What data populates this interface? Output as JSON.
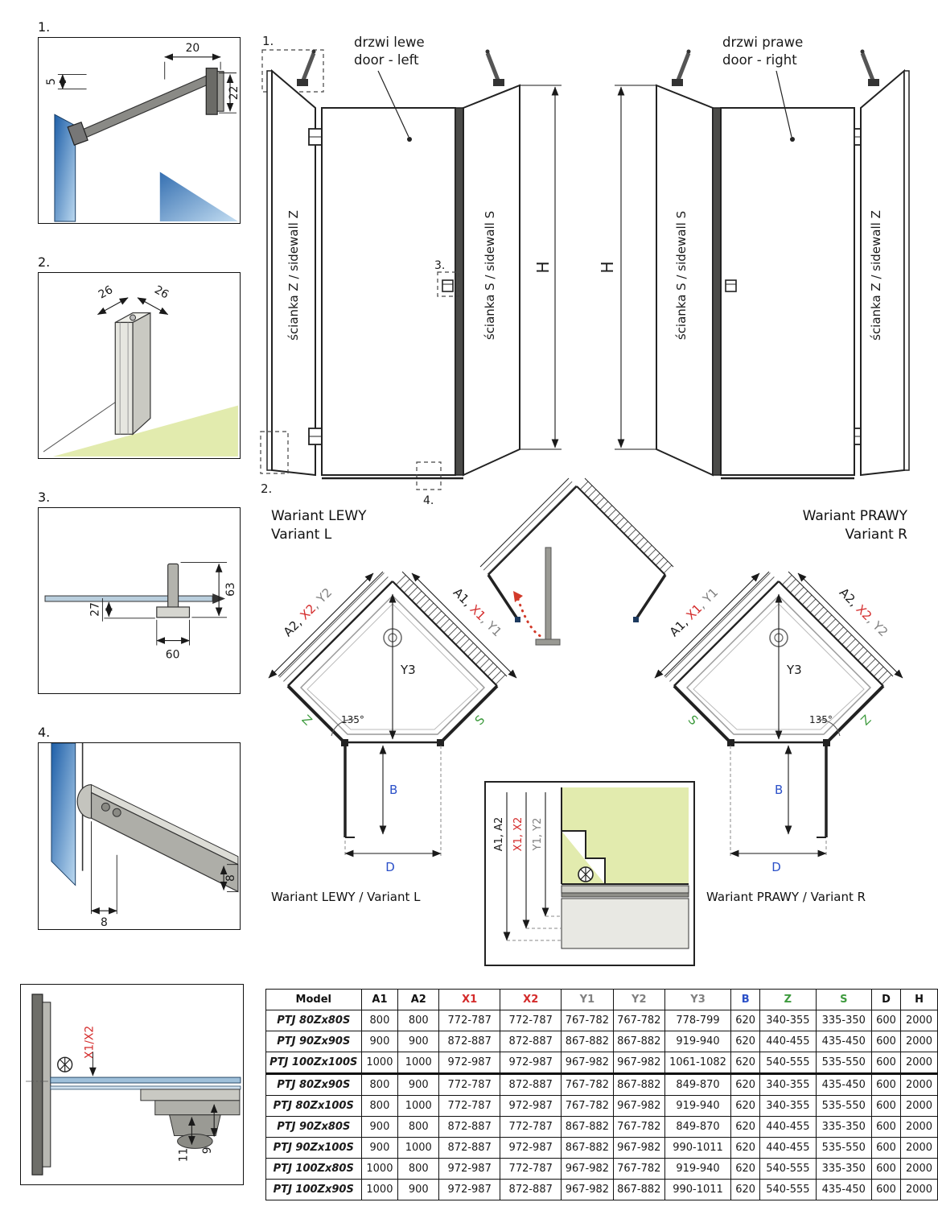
{
  "colors": {
    "red": "#d42b2b",
    "green": "#3f9b3f",
    "blue": "#2b50c8",
    "glass_blue": "#4a8fd0",
    "floor_green": "#e2ebae"
  },
  "details": {
    "d1": {
      "label": "1.",
      "dims": {
        "w20": "20",
        "h5": "5",
        "h22": "22"
      }
    },
    "d2": {
      "label": "2.",
      "dims": {
        "a26": "26",
        "b26": "26"
      }
    },
    "d3": {
      "label": "3.",
      "dims": {
        "h63": "63",
        "h27": "27",
        "w60": "60"
      }
    },
    "d4": {
      "label": "4.",
      "dims": {
        "v8": "8",
        "h8": "8"
      }
    },
    "d5": {
      "x_label": "X1/X2",
      "dims": {
        "d11": "11",
        "d9": "9"
      }
    }
  },
  "elevations": {
    "left": {
      "door_label_pl": "drzwi lewe",
      "door_label_en": "door - left",
      "sidewall_z": "ścianka Z / sidewall Z",
      "sidewall_s": "ścianka S / sidewall S",
      "height_label": "H",
      "markers": {
        "m1": "1.",
        "m2": "2.",
        "m3": "3.",
        "m4": "4."
      }
    },
    "right": {
      "door_label_pl": "drzwi prawe",
      "door_label_en": "door - right",
      "sidewall_s": "ścianka S / sidewall S",
      "sidewall_z": "ścianka Z / sidewall Z",
      "height_label": "H"
    }
  },
  "plans": {
    "left": {
      "variant_pl": "Wariant LEWY",
      "variant_en": "Variant L",
      "caption": "Wariant LEWY / Variant L",
      "dim_left": {
        "a": "A2, ",
        "x": "X2",
        "y": ", Y2"
      },
      "dim_right": {
        "a": "A1, ",
        "x": "X1",
        "y": ", Y1"
      },
      "y3": "Y3",
      "angle": "135°",
      "z": "Z",
      "s": "S",
      "b": "B",
      "d": "D"
    },
    "right": {
      "variant_pl": "Wariant PRAWY",
      "variant_en": "Variant R",
      "caption": "Wariant PRAWY / Variant R",
      "dim_left": {
        "a": "A1, ",
        "x": "X1",
        "y": ", Y1"
      },
      "dim_right": {
        "a": "A2, ",
        "x": "X2",
        "y": ", Y2"
      },
      "y3": "Y3",
      "angle": "135°",
      "s": "S",
      "z": "Z",
      "b": "B",
      "d": "D"
    },
    "threshold": {
      "a": "A1, A2",
      "x": "X1, X2",
      "y": "Y1, Y2"
    }
  },
  "table": {
    "headers": [
      {
        "label": "Model",
        "color": "#111111"
      },
      {
        "label": "A1",
        "color": "#111111"
      },
      {
        "label": "A2",
        "color": "#111111"
      },
      {
        "label": "X1",
        "color": "#d42b2b"
      },
      {
        "label": "X2",
        "color": "#d42b2b"
      },
      {
        "label": "Y1",
        "color": "#808080"
      },
      {
        "label": "Y2",
        "color": "#808080"
      },
      {
        "label": "Y3",
        "color": "#808080"
      },
      {
        "label": "B",
        "color": "#2b50c8"
      },
      {
        "label": "Z",
        "color": "#3f9b3f"
      },
      {
        "label": "S",
        "color": "#3f9b3f"
      },
      {
        "label": "D",
        "color": "#111111"
      },
      {
        "label": "H",
        "color": "#111111"
      }
    ],
    "rows": [
      {
        "model": "PTJ 80Zx80S",
        "group_start": false,
        "values": [
          "800",
          "800",
          "772-787",
          "772-787",
          "767-782",
          "767-782",
          "778-799",
          "620",
          "340-355",
          "335-350",
          "600",
          "2000"
        ]
      },
      {
        "model": "PTJ 90Zx90S",
        "group_start": false,
        "values": [
          "900",
          "900",
          "872-887",
          "872-887",
          "867-882",
          "867-882",
          "919-940",
          "620",
          "440-455",
          "435-450",
          "600",
          "2000"
        ]
      },
      {
        "model": "PTJ 100Zx100S",
        "group_start": false,
        "values": [
          "1000",
          "1000",
          "972-987",
          "972-987",
          "967-982",
          "967-982",
          "1061-1082",
          "620",
          "540-555",
          "535-550",
          "600",
          "2000"
        ]
      },
      {
        "model": "PTJ 80Zx90S",
        "group_start": true,
        "values": [
          "800",
          "900",
          "772-787",
          "872-887",
          "767-782",
          "867-882",
          "849-870",
          "620",
          "340-355",
          "435-450",
          "600",
          "2000"
        ]
      },
      {
        "model": "PTJ 80Zx100S",
        "group_start": false,
        "values": [
          "800",
          "1000",
          "772-787",
          "972-987",
          "767-782",
          "967-982",
          "919-940",
          "620",
          "340-355",
          "535-550",
          "600",
          "2000"
        ]
      },
      {
        "model": "PTJ 90Zx80S",
        "group_start": false,
        "values": [
          "900",
          "800",
          "872-887",
          "772-787",
          "867-882",
          "767-782",
          "849-870",
          "620",
          "440-455",
          "335-350",
          "600",
          "2000"
        ]
      },
      {
        "model": "PTJ 90Zx100S",
        "group_start": false,
        "values": [
          "900",
          "1000",
          "872-887",
          "972-987",
          "867-882",
          "967-982",
          "990-1011",
          "620",
          "440-455",
          "535-550",
          "600",
          "2000"
        ]
      },
      {
        "model": "PTJ 100Zx80S",
        "group_start": false,
        "values": [
          "1000",
          "800",
          "972-987",
          "772-787",
          "967-982",
          "767-782",
          "919-940",
          "620",
          "540-555",
          "335-350",
          "600",
          "2000"
        ]
      },
      {
        "model": "PTJ 100Zx90S",
        "group_start": false,
        "values": [
          "1000",
          "900",
          "972-987",
          "872-887",
          "967-982",
          "867-882",
          "990-1011",
          "620",
          "540-555",
          "435-450",
          "600",
          "2000"
        ]
      }
    ]
  }
}
